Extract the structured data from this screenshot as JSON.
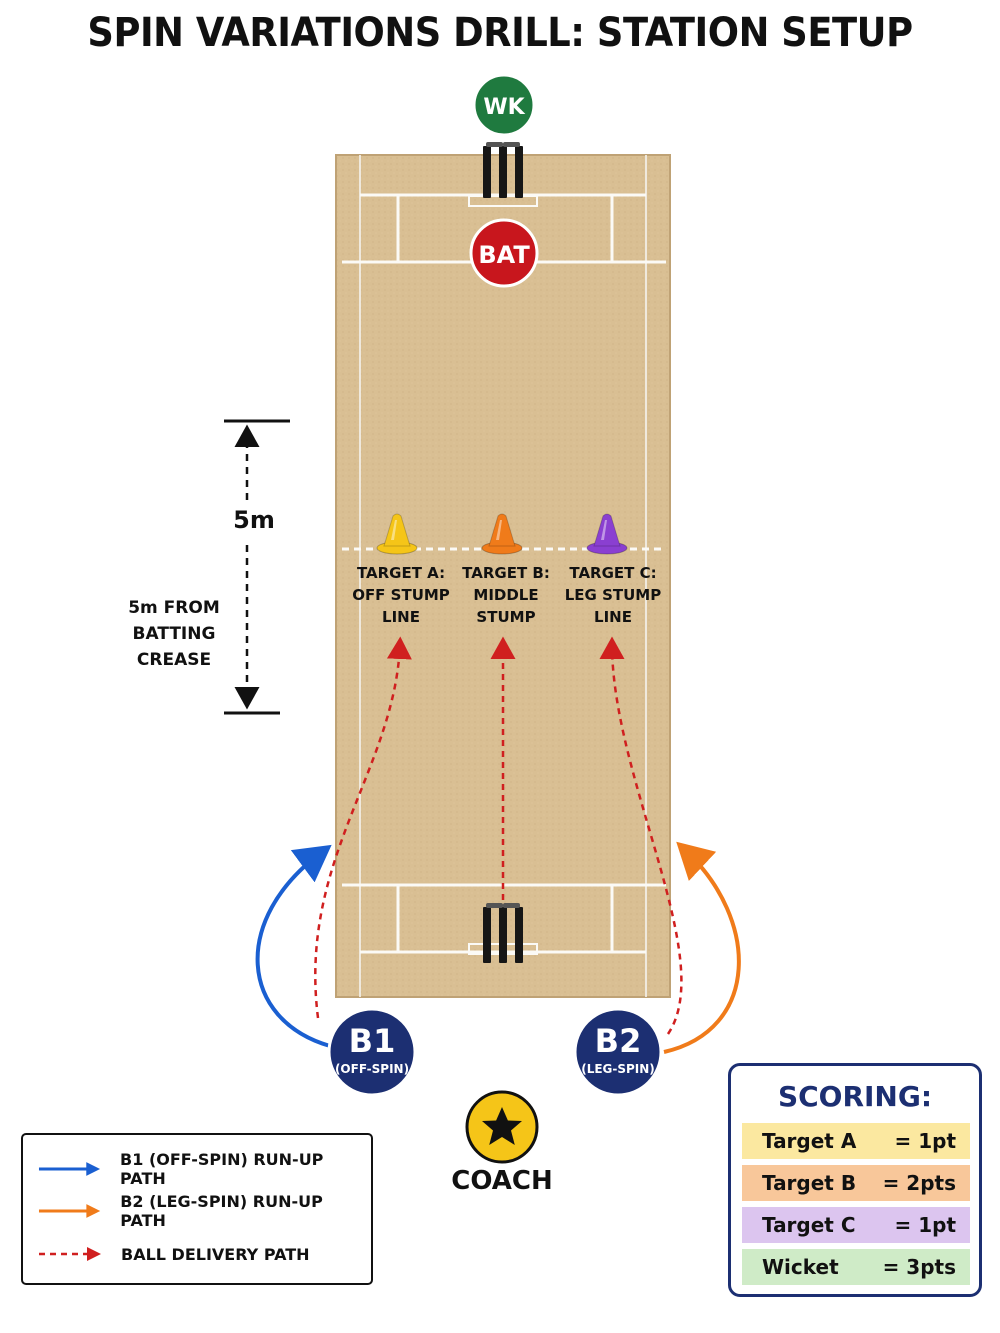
{
  "title": "SPIN VARIATIONS DRILL: STATION SETUP",
  "players": {
    "wk": "WK",
    "bat": "BAT",
    "b1_name": "B1",
    "b1_type": "(OFF-SPIN)",
    "b2_name": "B2",
    "b2_type": "(LEG-SPIN)",
    "coach": "COACH"
  },
  "targets": [
    {
      "line1": "TARGET A:",
      "line2": "OFF STUMP",
      "line3": "LINE",
      "color": "#f5c518"
    },
    {
      "line1": "TARGET B:",
      "line2": "MIDDLE",
      "line3": "STUMP",
      "color": "#f07b1a"
    },
    {
      "line1": "TARGET C:",
      "line2": "LEG STUMP",
      "line3": "LINE",
      "color": "#8a3fd1"
    }
  ],
  "measurement": {
    "distance": "5m",
    "line1": "5m FROM",
    "line2": "BATTING",
    "line3": "CREASE"
  },
  "legend": [
    {
      "label": "B1 (OFF-SPIN) RUN-UP PATH",
      "color": "#1a5fd1",
      "style": "solid"
    },
    {
      "label": "B2 (LEG-SPIN) RUN-UP PATH",
      "color": "#f07b1a",
      "style": "solid"
    },
    {
      "label": "BALL DELIVERY PATH",
      "color": "#d01f1f",
      "style": "dashed"
    }
  ],
  "scoring": {
    "title": "SCORING:",
    "rows": [
      {
        "label": "Target A",
        "points": "= 1pt",
        "color": "#fbe8a0"
      },
      {
        "label": "Target B",
        "points": "= 2pts",
        "color": "#f8c79a"
      },
      {
        "label": "Target C",
        "points": "= 1pt",
        "color": "#dcc5ef"
      },
      {
        "label": "Wicket",
        "points": "= 3pts",
        "color": "#cfebc7"
      }
    ]
  },
  "colors": {
    "pitch": "#d9bf93",
    "navy": "#1c2f72",
    "wk_green": "#1f7a3f",
    "bat_red": "#c8161d",
    "coach_yellow": "#f5c518",
    "delivery_red": "#d01f1f"
  }
}
